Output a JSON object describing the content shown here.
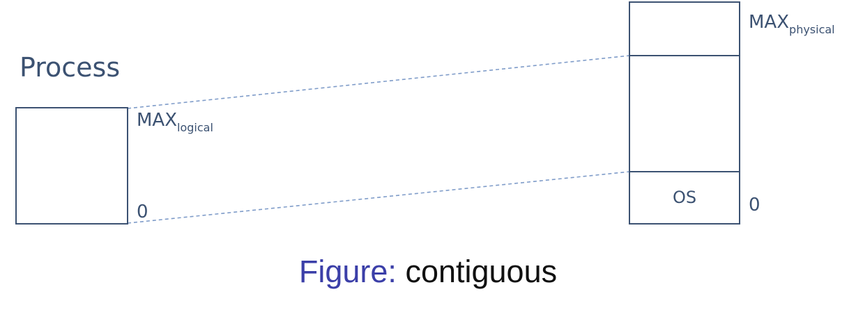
{
  "process": {
    "title": "Process",
    "max_base": "MAX",
    "max_sub": "logical",
    "zero": "0"
  },
  "memory": {
    "max_base": "MAX",
    "max_sub": "physical",
    "os_label": "OS",
    "zero": "0"
  },
  "caption": {
    "prefix": "Figure:",
    "text": " contiguous"
  },
  "colors": {
    "line": "#3c5272",
    "dashed": "#7f9cc9",
    "caption_prefix": "#3b3fa8",
    "caption_text": "#111111"
  }
}
